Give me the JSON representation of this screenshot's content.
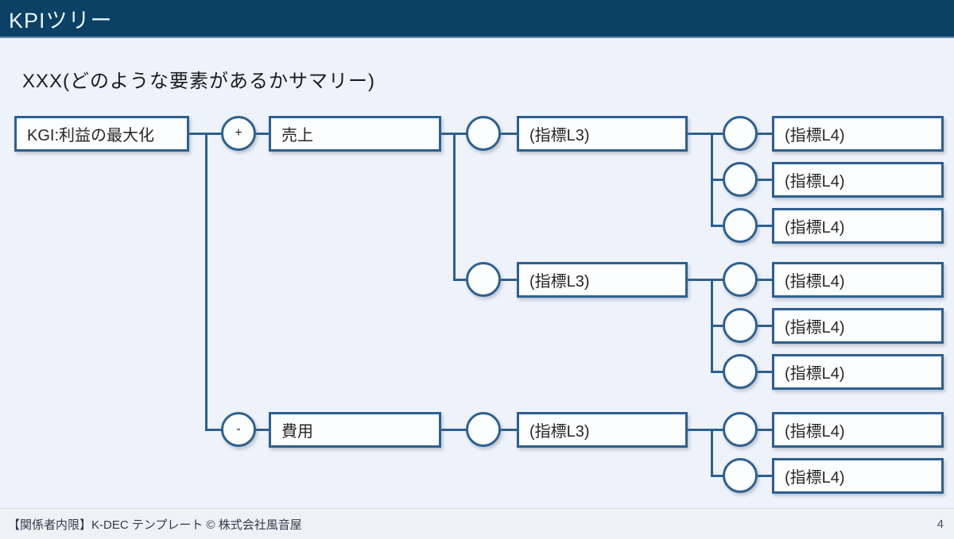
{
  "header": {
    "title": "KPIツリー"
  },
  "subtitle": "XXX(どのような要素があるかサマリー)",
  "tree": {
    "kgi_label": "KGI:利益の最大化",
    "operator_plus": "+",
    "operator_minus": "-",
    "sales_label": "売上",
    "cost_label": "費用",
    "l3_label": "(指標L3)",
    "l4_label": "(指標L4)"
  },
  "footer": {
    "left_text": "【関係者内限】K-DEC テンプレート © 株式会社風音屋",
    "page_number": "4"
  },
  "colors": {
    "header_bg": "#0a4165",
    "accent_line": "#2d6090",
    "content_bg": "#eef3fb",
    "footer_bg": "#f0f1f5"
  }
}
